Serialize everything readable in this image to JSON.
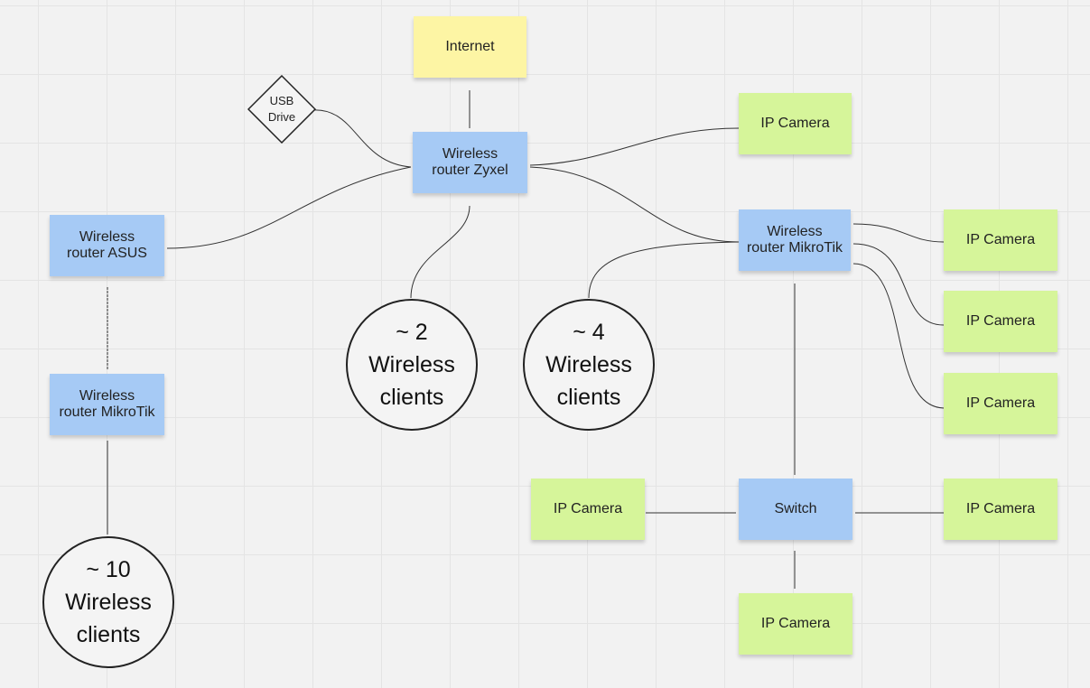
{
  "nodes": {
    "internet": "Internet",
    "usb_drive": "USB\nDrive",
    "router_zyxel": "Wireless\nrouter Zyxel",
    "router_asus": "Wireless\nrouter ASUS",
    "router_mikrotik_left": "Wireless\nrouter MikroTik",
    "router_mikrotik_right": "Wireless\nrouter MikroTik",
    "switch": "Switch",
    "camera_top": "IP Camera",
    "camera_right_1": "IP Camera",
    "camera_right_2": "IP Camera",
    "camera_right_3": "IP Camera",
    "camera_switch_left": "IP Camera",
    "camera_switch_right": "IP Camera",
    "camera_switch_bottom": "IP Camera",
    "clients_zyxel": "~ 2\nWireless\nclients",
    "clients_mikrotik": "~ 4\nWireless\nclients",
    "clients_left": "~ 10\nWireless\nclients"
  },
  "colors": {
    "router": "#a6caf5",
    "camera": "#d6f59a",
    "internet": "#fdf5a4",
    "line": "#333333",
    "canvas": "#f2f2f2"
  }
}
